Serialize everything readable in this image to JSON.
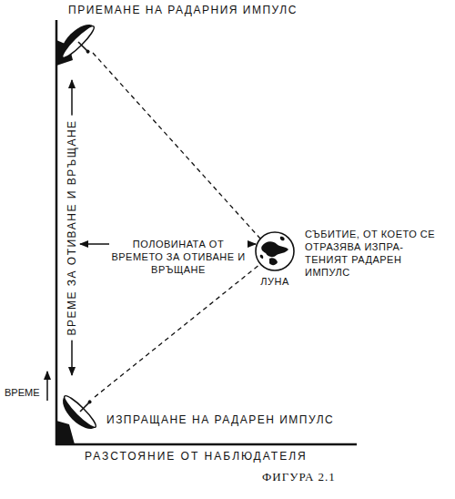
{
  "diagram": {
    "caption": "ФИГУРА 2.1",
    "nodes": [
      {
        "text": [
          "ЛУНА"
        ]
      }
    ],
    "labels": [
      "ПРИЕМАНЕ НА РАДАРНИЯ ИМПУЛС",
      "ВРЕМЕ ЗА ОТИВАНЕ И ВРЪЩАНЕ",
      "ПОЛОВИНАТА ОТ ВРЕМЕТО ЗА ОТИВАНЕ И ВРЪЩАНЕ",
      "СЪБИТИЕ, ОТ КОЕТО СЕ ОТРАЗЯВА ИЗПРА- ТЕНИЯТ РАДАРЕН ИМПУЛС",
      "ВРЕМЕ",
      "ИЗПРАЩАНЕ НА РАДАРЕН ИМПУЛС",
      "РАЗСТОЯНИЕ ОТ НАБЛЮДАТЕЛЯ"
    ]
  }
}
